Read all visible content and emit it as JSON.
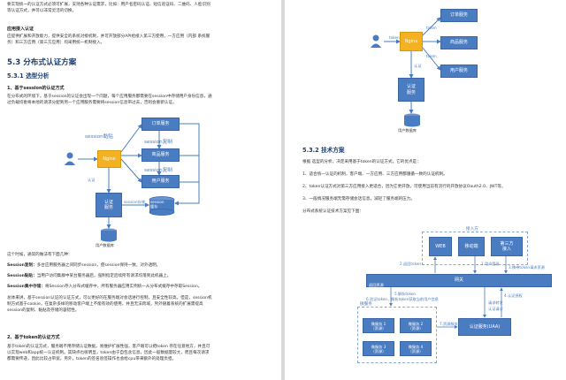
{
  "left_page": {
    "intro_line1": "要实现统一的认证方式必须可扩展，支持各种认证需求，比如：用户名密码认证、短信验证码、二维码、人脸识别",
    "intro_line2": "等认证方式，并可以非常灵活的切换。",
    "app_auth_title": "应用接入认证",
    "app_auth_line1": "应提供扩展和开放能力，提供安全的系统对接机制，并可开放部分API给接入第三方使用，一方应用（内部 系统服",
    "app_auth_line2": "务）和三方应用（第三方应用）均采用统一机制接入。",
    "section_title": "5.3 分布式认证方案",
    "subsection_title": "5.3.1 选型分析",
    "item1_title": "1、基于session的认证方式",
    "item1_line1": "在分布式的环境下，基于session的认证会出现一个问题，每个应用服务都需要在session中存储用户身份信息，通",
    "item1_line2": "过负载均衡将本地的请求分配到另一个应用服务需要将session信息带过去，否则会重新认证。",
    "diagram1": {
      "order_service": "订单服务",
      "goods_service": "商品服务",
      "user_service": "用户服务",
      "nginx": "Nginx",
      "auth_service": "认证\n服务",
      "session_store": "session\n缓存",
      "user_db": "用户数据库",
      "session_stick": "session黏贴",
      "session_copy1": "session复制",
      "session_copy2": "session复制",
      "auth_label": "认证",
      "session_store_label": "session存储"
    },
    "practice_intro": "这个时候，通常的做法有下面几种：",
    "p1_bold": "Session复制：",
    "p1_text": "多台应用服务器之间同步session，使session保持一致，对外透明。",
    "p2_bold": "Session黏贴：",
    "p2_text": "当用户访问集群中某台服务器后，强制指定后续所有请求均落到此机器上。",
    "p3_bold": "Session集中存储：",
    "p3_text": "将Session存入分布式缓存中，所有服务器应用实例统一从分布式缓存中存取Session。",
    "summary_line1": "总体来讲，基于session认证的认证方式，可以更好的在服务端对会话进行控制，且安全性较高。但是，session机",
    "summary_line2": "制方式基于cookie，在复杂多样的移动客户端上不能有效的使用，并且无法跨域，另外随着系统的扩展需提高",
    "summary_line3": "session的复制、黏贴及存储的容错性。",
    "item2_title": "2、基于token的认证方式",
    "item2_line1": "基于token的认证方式，服务端不用存储认证数据，易维护扩展性强，客户端可以把token 存在任意地方，并且可",
    "item2_line2": "以实现web和app统一认证机制。其缺点也很明显，token由于自包含信息，因此一般数据量较大，而且每次请求",
    "item2_line3": "都需要传递，因此比较占带宽。另外，token的签名验签操作也会给cpu带来额外的处理负担。"
  },
  "right_page": {
    "diagram2": {
      "order_service": "订单服务",
      "goods_service": "商品服务",
      "user_service": "用户服务",
      "nginx": "Nginx",
      "auth_service": "认证\n服务",
      "user_db": "用户数据库",
      "token_label1": "token",
      "token_label2": "token",
      "token_label3": "token",
      "auth_label": "认证"
    },
    "subsection_title": "5.3.2 技术方案",
    "intro": "根据 选型的分析，决定采用基于token的认证方式，它的优点是：",
    "point1": "1、适合统一认证的机制，客户端、一方应用、三方应用都遵循一致的认证机制。",
    "point2": "2、token认证方式对第三方应用接入更适合，因为它更开放，可使用当前有流行的开放协议Oauth2.0、JWT等。",
    "point3": "3、一般情况服务端无需存储会话信息，减轻了服务端的压力。",
    "diagram_caption": "分布式系统认证技术方案见下图：",
    "diagram3": {
      "access_title": "接入方",
      "web": "WEB",
      "mobile": "移动端",
      "third_party": "第三方\n接入",
      "gateway": "网关",
      "microservice_title": "微服务",
      "resource1": "微服务 1\n（资源）",
      "resource2": "微服务 2\n（资源）",
      "resource3": "微服务 3\n（资源）",
      "resource4": "微服务 4\n（资源）",
      "auth_uaa": "认证服务(UAA)",
      "user_login": "1.用户登录",
      "return_token": "2.返回token",
      "carry_token": "3.携带token请求资源",
      "gateway_auth": "4.认证授权",
      "parse_token": "5.解析token",
      "token_verify": "6.验证token，解析token获取当前用户信息",
      "resource_auth": "7.资源服务授权",
      "return_resource": "返回资源",
      "forward_request": "请求转发",
      "login_request": "认证请求"
    }
  }
}
